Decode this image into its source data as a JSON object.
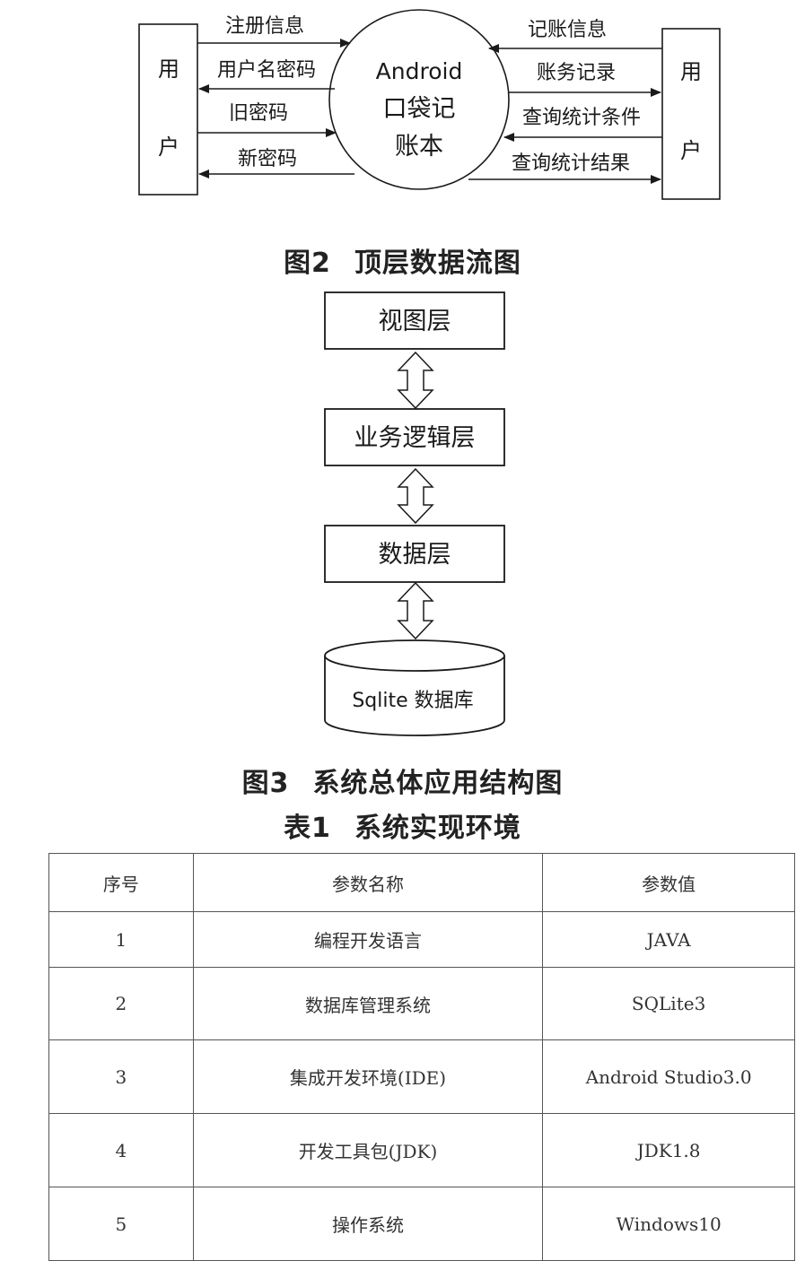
{
  "fig2": {
    "left_user": "用户",
    "right_user": "用户",
    "center": [
      "Android",
      "口袋记",
      "账本"
    ],
    "left_flows": [
      "注册信息",
      "用户名密码",
      "旧密码",
      "新密码"
    ],
    "right_flows": [
      "记账信息",
      "账务记录",
      "查询统计条件",
      "查询统计结果"
    ],
    "caption_num": "图2",
    "caption_text": "顶层数据流图"
  },
  "fig3": {
    "layers": [
      "视图层",
      "业务逻辑层",
      "数据层"
    ],
    "database": "Sqlite 数据库",
    "caption_num": "图3",
    "caption_text": "系统总体应用结构图"
  },
  "table1": {
    "caption_num": "表1",
    "caption_text": "系统实现环境",
    "headers": [
      "序号",
      "参数名称",
      "参数值"
    ],
    "rows": [
      [
        "1",
        "编程开发语言",
        "JAVA"
      ],
      [
        "2",
        "数据库管理系统",
        "SQLite3"
      ],
      [
        "3",
        "集成开发环境(IDE)",
        "Android Studio3.0"
      ],
      [
        "4",
        "开发工具包(JDK)",
        "JDK1.8"
      ],
      [
        "5",
        "操作系统",
        "Windows10"
      ]
    ]
  }
}
